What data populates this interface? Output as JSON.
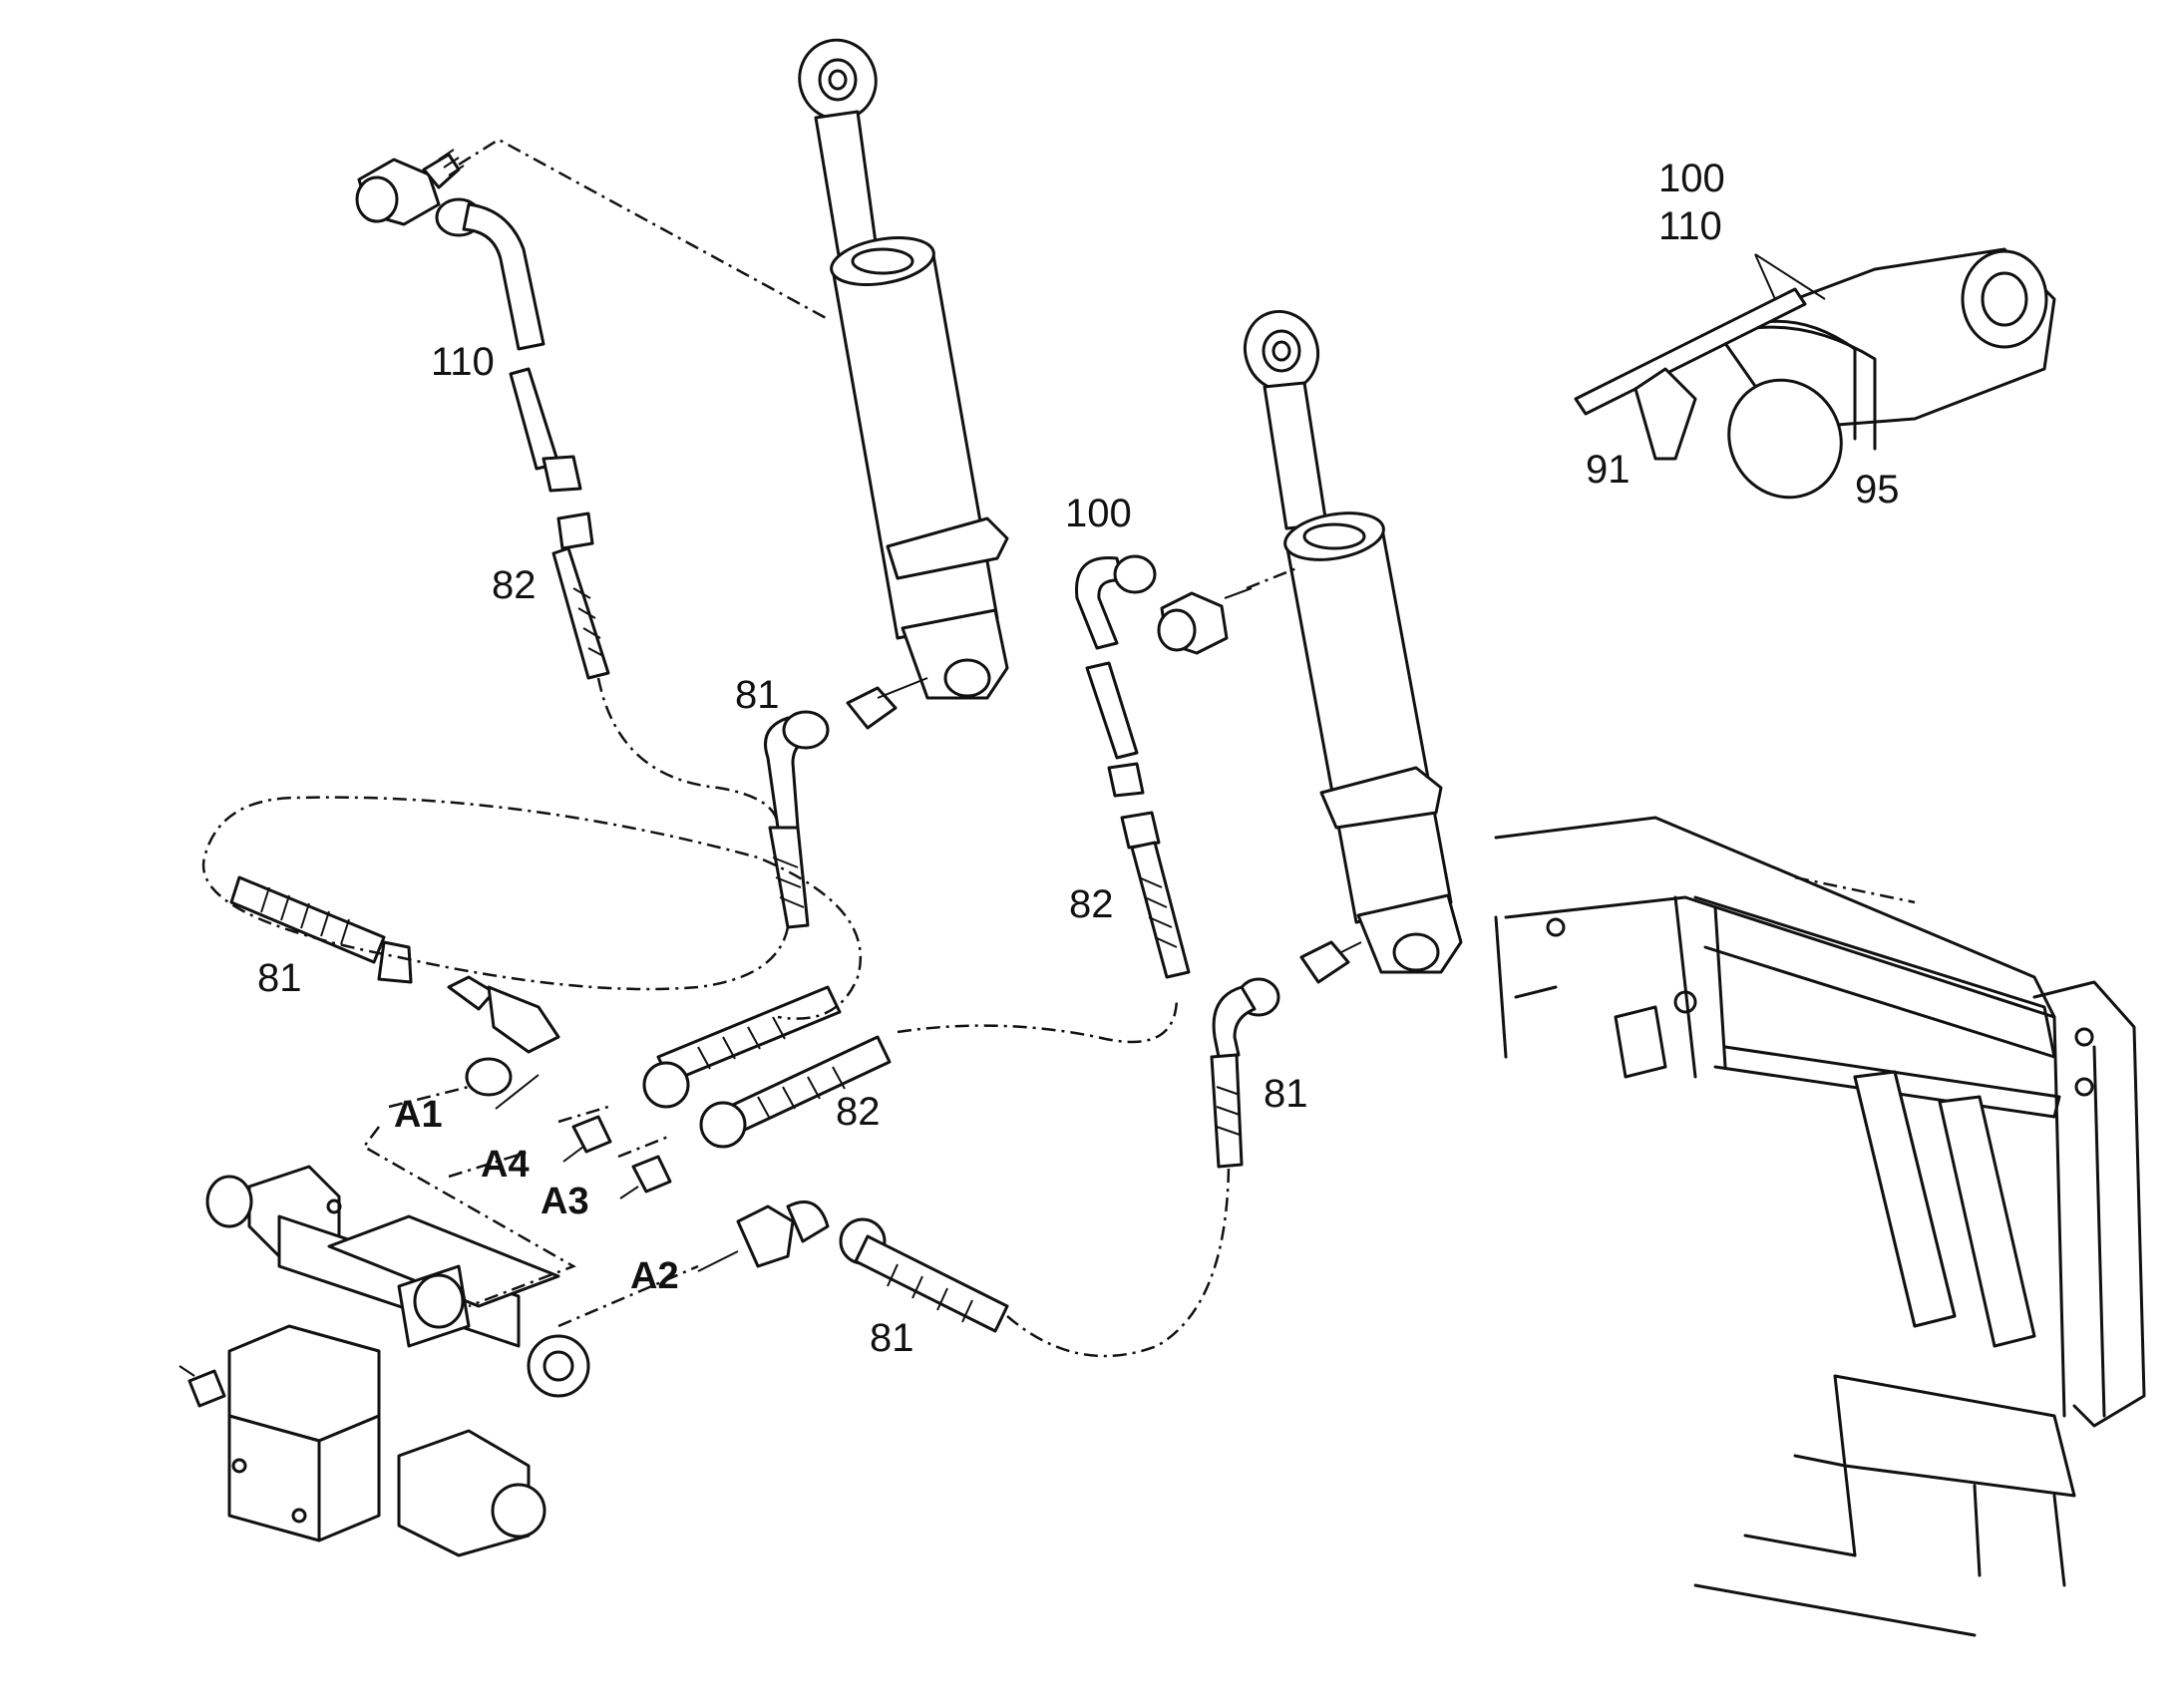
{
  "diagram": {
    "labels": {
      "p100_110_a": "100",
      "p100_110_b": "110",
      "p110_top": "110",
      "p82_top": "82",
      "p81_mid": "81",
      "p100_mid": "100",
      "p82_mid": "82",
      "p91": "91",
      "p95": "95",
      "p81_left": "81",
      "p82_lower": "82",
      "p81_right": "81",
      "p81_bottom": "81",
      "port_a1": "A1",
      "port_a4": "A4",
      "port_a3": "A3",
      "port_a2": "A2"
    },
    "line_color": "#111111",
    "background": "#ffffff"
  }
}
